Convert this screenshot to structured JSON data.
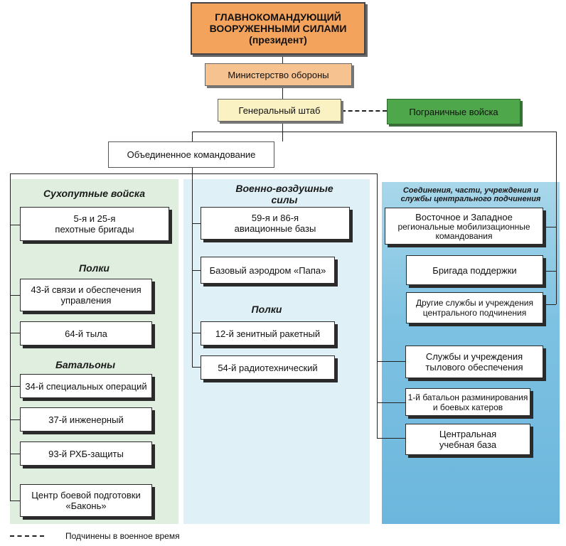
{
  "commander": {
    "line1": "ГЛАВНОКОМАНДУЮЩИЙ",
    "line2": "ВООРУЖЕННЫМИ СИЛАМИ",
    "line3": "(президент)"
  },
  "ministry": "Министерство обороны",
  "general_staff": "Генеральный штаб",
  "border_troops": "Пограничные войска",
  "joint_command": "Объединенное командование",
  "land_forces": {
    "title": "Сухопутные войска",
    "brigades": {
      "line1": "5-я и 25-я",
      "line2": "пехотные бригады"
    },
    "regiments_heading": "Полки",
    "regiments": [
      {
        "line1": "43-й связи и обеспечения",
        "line2": "управления"
      },
      {
        "line1": "64-й тыла"
      }
    ],
    "battalions_heading": "Батальоны",
    "battalions": [
      "34-й специальных операций",
      "37-й инженерный",
      "93-й РХБ-защиты"
    ],
    "training_center": {
      "line1": "Центр боевой подготовки",
      "line2": "«Баконь»"
    }
  },
  "air_force": {
    "title_line1": "Военно-воздушные",
    "title_line2": "силы",
    "bases": {
      "line1": "59-я и 86-я",
      "line2": "авиационные базы"
    },
    "airfield": "Базовый аэродром «Папа»",
    "regiments_heading": "Полки",
    "regiments": [
      "12-й зенитный ракетный",
      "54-й радиотехнический"
    ]
  },
  "central": {
    "title_line1": "Соединения, части, учреждения и",
    "title_line2": "службы центрального подчинения",
    "mobilization": {
      "line1": "Восточное и Западное",
      "line2": "региональные мобилизационные",
      "line3": "командования"
    },
    "support_brigade": "Бригада поддержки",
    "other_services": {
      "line1": "Другие службы и учреждения",
      "line2": "центрального подчинения"
    },
    "logistics": {
      "line1": "Службы и учреждения",
      "line2": "тылового обеспечения"
    },
    "demining": {
      "line1": "1-й батальон разминирования",
      "line2": "и боевых катеров"
    },
    "training_base": {
      "line1": "Центральная",
      "line2": "учебная база"
    }
  },
  "legend": {
    "label": "Подчинены в военное время"
  }
}
